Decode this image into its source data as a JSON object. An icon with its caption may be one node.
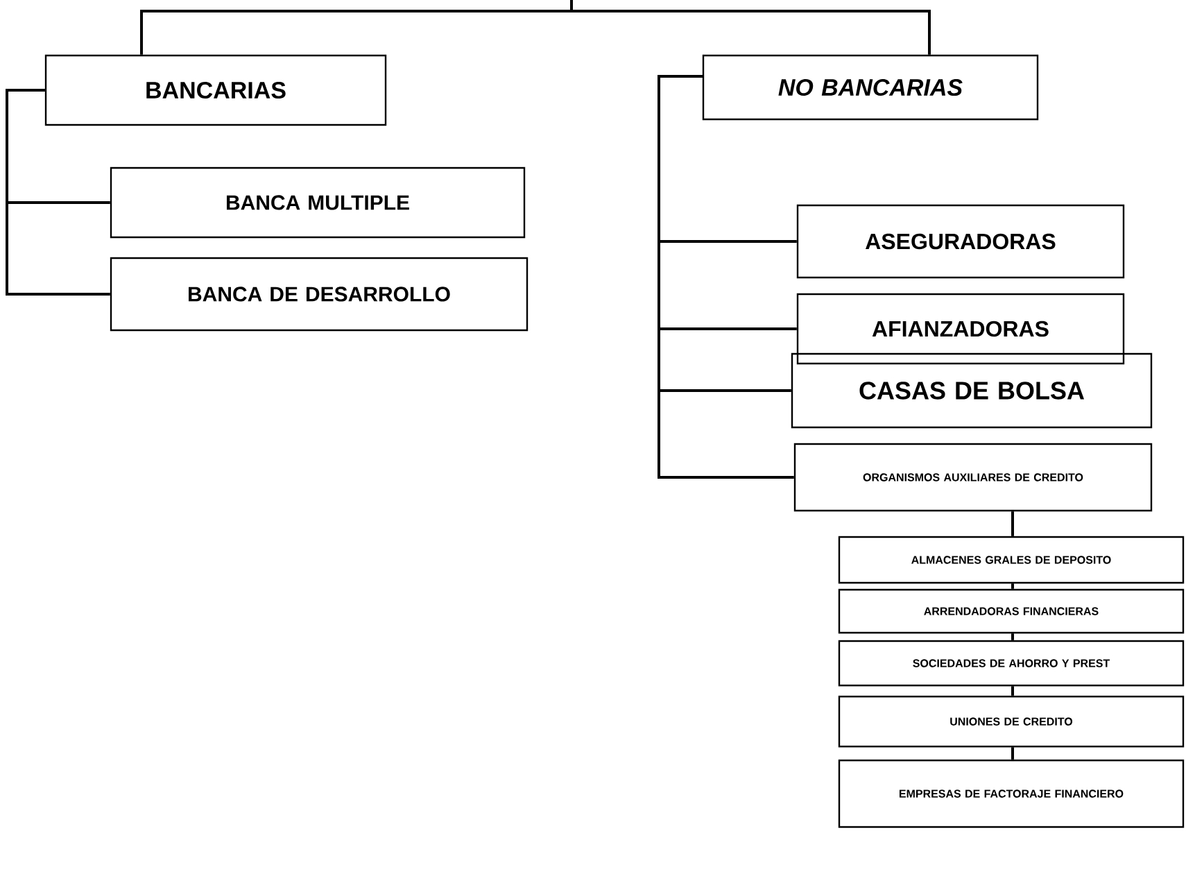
{
  "diagram": {
    "nodes": [
      {
        "text": [
          "BANCARIAS"
        ]
      },
      {
        "text": [
          "BANCA MULTIPLE"
        ]
      },
      {
        "text": [
          "BANCA DE DESARROLLO"
        ]
      },
      {
        "text": [
          "NO BANCARIAS"
        ]
      },
      {
        "text": [
          "ASEGURADORAS"
        ]
      },
      {
        "text": [
          "AFIANZADORAS"
        ]
      },
      {
        "text": [
          "CASAS DE BOLSA"
        ]
      },
      {
        "text": [
          "ORGANISMOS AUXILIARES DE CREDITO"
        ]
      },
      {
        "text": [
          "ALMACENES GRALES DE DEPOSITO"
        ]
      },
      {
        "text": [
          "ARRENDADORAS FINANCIERAS"
        ]
      },
      {
        "text": [
          "SOCIEDADES DE AHORRO Y PREST"
        ]
      },
      {
        "text": [
          "UNIONES DE CREDITO"
        ]
      },
      {
        "text": [
          "EMPRESAS DE FACTORAJE FINANCIERO"
        ]
      }
    ],
    "edges": [
      {
        "from": null,
        "to": 0,
        "arrow": "none"
      },
      {
        "from": null,
        "to": 3,
        "arrow": "none"
      },
      {
        "from": 0,
        "to": 1,
        "arrow": "none"
      },
      {
        "from": 0,
        "to": 2,
        "arrow": "none"
      },
      {
        "from": 3,
        "to": 4,
        "arrow": "none"
      },
      {
        "from": 3,
        "to": 5,
        "arrow": "none"
      },
      {
        "from": 3,
        "to": 6,
        "arrow": "none"
      },
      {
        "from": 3,
        "to": 7,
        "arrow": "none"
      },
      {
        "from": 7,
        "to": 8,
        "arrow": "none"
      },
      {
        "from": 8,
        "to": 9,
        "arrow": "none"
      },
      {
        "from": 9,
        "to": 10,
        "arrow": "none"
      },
      {
        "from": 10,
        "to": 11,
        "arrow": "none"
      },
      {
        "from": 11,
        "to": 12,
        "arrow": "none"
      }
    ]
  }
}
